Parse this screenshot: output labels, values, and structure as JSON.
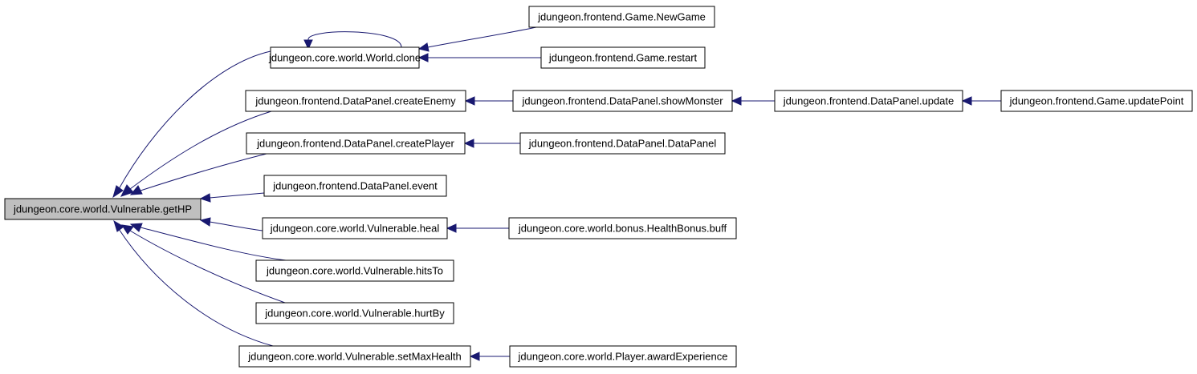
{
  "colors": {
    "edge": "#191970",
    "root_fill": "#bfbfbf",
    "node_fill": "#ffffff",
    "node_stroke": "#000000"
  },
  "nodes": [
    {
      "id": "getHP",
      "label": "jdungeon.core.world.Vulnerable.getHP",
      "root": true
    },
    {
      "id": "clone",
      "label": "jdungeon.core.world.World.clone"
    },
    {
      "id": "newGame",
      "label": "jdungeon.frontend.Game.NewGame"
    },
    {
      "id": "restart",
      "label": "jdungeon.frontend.Game.restart"
    },
    {
      "id": "createEnemy",
      "label": "jdungeon.frontend.DataPanel.createEnemy"
    },
    {
      "id": "showMonster",
      "label": "jdungeon.frontend.DataPanel.showMonster"
    },
    {
      "id": "update",
      "label": "jdungeon.frontend.DataPanel.update"
    },
    {
      "id": "updatePoint",
      "label": "jdungeon.frontend.Game.updatePoint"
    },
    {
      "id": "createPlayer",
      "label": "jdungeon.frontend.DataPanel.createPlayer"
    },
    {
      "id": "dataPanel",
      "label": "jdungeon.frontend.DataPanel.DataPanel"
    },
    {
      "id": "event",
      "label": "jdungeon.frontend.DataPanel.event"
    },
    {
      "id": "heal",
      "label": "jdungeon.core.world.Vulnerable.heal"
    },
    {
      "id": "healthBuff",
      "label": "jdungeon.core.world.bonus.HealthBonus.buff"
    },
    {
      "id": "hitsTo",
      "label": "jdungeon.core.world.Vulnerable.hitsTo"
    },
    {
      "id": "hurtBy",
      "label": "jdungeon.core.world.Vulnerable.hurtBy"
    },
    {
      "id": "setMaxHealth",
      "label": "jdungeon.core.world.Vulnerable.setMaxHealth"
    },
    {
      "id": "awardExperience",
      "label": "jdungeon.core.world.Player.awardExperience"
    }
  ],
  "edges": [
    {
      "from": "clone",
      "to": "getHP"
    },
    {
      "from": "createEnemy",
      "to": "getHP"
    },
    {
      "from": "createPlayer",
      "to": "getHP"
    },
    {
      "from": "event",
      "to": "getHP"
    },
    {
      "from": "heal",
      "to": "getHP"
    },
    {
      "from": "hitsTo",
      "to": "getHP"
    },
    {
      "from": "hurtBy",
      "to": "getHP"
    },
    {
      "from": "setMaxHealth",
      "to": "getHP"
    },
    {
      "from": "clone",
      "to": "clone"
    },
    {
      "from": "newGame",
      "to": "clone"
    },
    {
      "from": "restart",
      "to": "clone"
    },
    {
      "from": "showMonster",
      "to": "createEnemy"
    },
    {
      "from": "update",
      "to": "showMonster"
    },
    {
      "from": "updatePoint",
      "to": "update"
    },
    {
      "from": "dataPanel",
      "to": "createPlayer"
    },
    {
      "from": "healthBuff",
      "to": "heal"
    },
    {
      "from": "awardExperience",
      "to": "setMaxHealth"
    }
  ]
}
